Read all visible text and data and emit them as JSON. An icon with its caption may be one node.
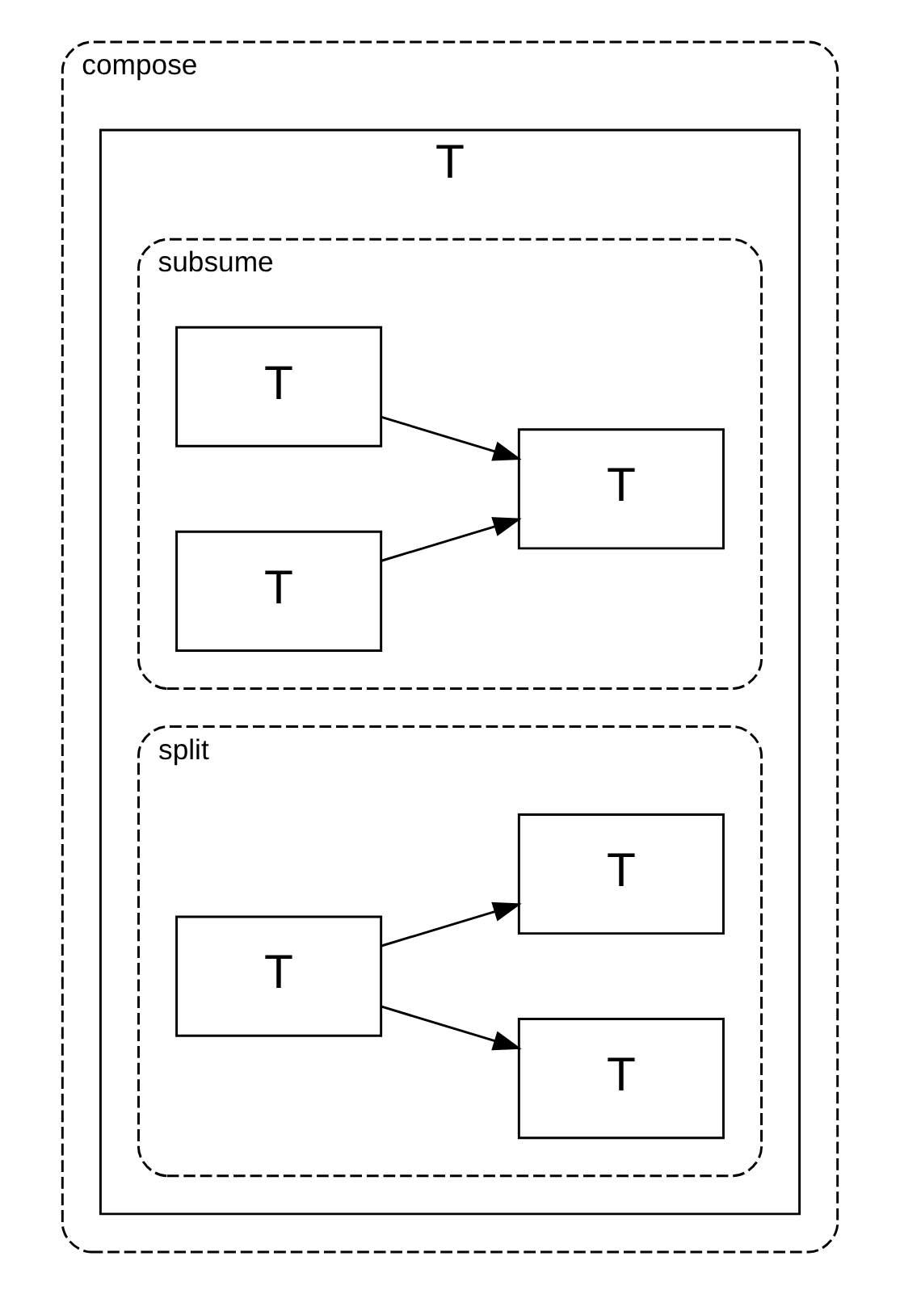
{
  "diagram": {
    "nodes": [
      {
        "text": [
          "compose"
        ]
      },
      {
        "text": [
          "T"
        ],
        "in": 0
      },
      {
        "text": [
          "subsume"
        ],
        "in": 1
      },
      {
        "text": [
          "T"
        ],
        "in": 2
      },
      {
        "text": [
          "T"
        ],
        "in": 2
      },
      {
        "text": [
          "T"
        ],
        "in": 2
      },
      {
        "text": [
          "split"
        ],
        "in": 1
      },
      {
        "text": [
          "T"
        ],
        "in": 6
      },
      {
        "text": [
          "T"
        ],
        "in": 6
      },
      {
        "text": [
          "T"
        ],
        "in": 6
      }
    ],
    "edges": [
      {
        "from": 3,
        "to": 5,
        "arrow": "to"
      },
      {
        "from": 4,
        "to": 5,
        "arrow": "to"
      },
      {
        "from": 7,
        "to": 8,
        "arrow": "to"
      },
      {
        "from": 7,
        "to": 9,
        "arrow": "to"
      }
    ]
  }
}
